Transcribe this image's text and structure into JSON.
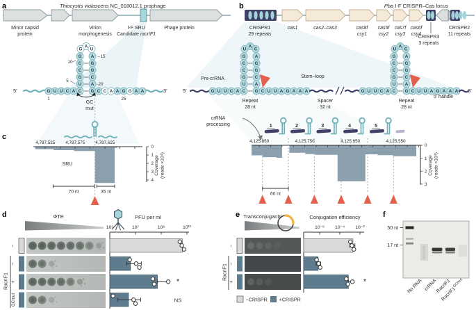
{
  "colors": {
    "teal_line": "#6fb2ba",
    "teal_fill": "#b7dade",
    "teal_stroke": "#79b1b9",
    "navy": "#3f4168",
    "coverage": "#8c9fad",
    "red": "#e2604c",
    "tan": "#f5ead9",
    "tan_stroke": "#c2ab8c",
    "gray_gene": "#dbe1e0",
    "gray_gene_stroke": "#8d9997",
    "bar_light": "#d9d9d9",
    "bar_dark": "#5e7c8e",
    "purple": "#a8a6c8",
    "wedge": "#d7e9f0",
    "gel_bg": "#ecebe8"
  },
  "panel_a": {
    "label": "a",
    "title_italic": "Thiocystis violascens",
    "title_rest": " NC_018012.1 prophage",
    "genes": {
      "minor": "Minor capsid protein",
      "virion": "Virion morphogenesis",
      "sru_l1": "I-F SRU",
      "sru_l2_pre": "Candidate ",
      "sru_l2_it": "racrIF1",
      "phage": "Phage protein"
    },
    "structure": {
      "five": "5′",
      "three": "3′",
      "flank": "GUUCAC",
      "stemL": "UGCCG",
      "loop": "GAU",
      "stemR": "AGGCA",
      "baseR": "G",
      "tail": "CCAAGGAA",
      "white_loop": [
        0,
        1,
        2
      ],
      "white_tail": [
        1,
        2,
        5
      ],
      "position_numbers": [
        "1",
        "5",
        "10",
        "15",
        "20",
        "25"
      ],
      "gc_mut": "GC mut"
    }
  },
  "panel_b": {
    "label": "b",
    "title_it": "Pba",
    "title_rest": " I-F CRISPR–Cas locus",
    "array1_l1": "CRISPR1",
    "array1_l2": "29 repeats",
    "genes": {
      "cas1": "cas1",
      "cas23": "cas2–cas3",
      "g1l1": "cas8f",
      "g1l2": "csy1",
      "g2l1": "cas5f",
      "g2l2": "csy2",
      "g3l1": "cas7f",
      "g3l2": "csy3",
      "g4l1": "cas6f",
      "g4l2": "csy4"
    },
    "array3_l1": "CRISPR3",
    "array3_l2": "3 repeats",
    "array2_l1": "CRISPR2",
    "array2_l2": "11 repeats",
    "pre_crrna": "Pre-crRNA",
    "stem_loop": "Stem–loop",
    "hairpin": {
      "flank": "GUUCAC",
      "stemL": "UGCCG",
      "loop": "UAC",
      "stemR": "AGGCA",
      "baseR": "G",
      "tail": "CUUAGAAA"
    },
    "repeat1_l1": "Repeat",
    "repeat1_l2": "28 nt",
    "spacer_l1": "Spacer",
    "spacer_l2": "32 nt",
    "repeat2_l1": "Repeat",
    "repeat2_l2": "28 nt",
    "handle": "5′ handle",
    "five": "5′",
    "three": "3′",
    "processing_l1": "crRNA",
    "processing_l2": "processing",
    "crrna_units": [
      "1",
      "2",
      "3",
      "4",
      "5"
    ]
  },
  "panel_c": {
    "label": "c",
    "sru": "SRU",
    "bar70": "70 nt",
    "bar35": "35 nt",
    "bar60": "60 nt"
  },
  "chart_data": [
    {
      "type": "area",
      "name": "sru_coverage",
      "xticks": [
        "4,787,525",
        "4,787,575",
        "4,787,625"
      ],
      "xtick_positions": [
        4787525,
        4787575,
        4787625
      ],
      "ylabel_l1": "Coverage",
      "ylabel_l2": "(reads ×10⁴)",
      "yticks": [
        "0",
        "1",
        "2",
        "3",
        "4"
      ],
      "ylim": [
        0,
        4
      ],
      "segments": [
        [
          4787508,
          4787539,
          0.3
        ],
        [
          4787539,
          4787573,
          0.42
        ],
        [
          4787573,
          4787608,
          0.52
        ],
        [
          4787608,
          4787641,
          4.35
        ],
        [
          4787641,
          4787645,
          0.15
        ]
      ],
      "cleavage_sites": [
        4787608
      ]
    },
    {
      "type": "area",
      "name": "crrna_coverage",
      "xticks": [
        "4,125,850",
        "4,125,750",
        "4,125,650",
        "4,125,550"
      ],
      "xtick_positions": [
        4125850,
        4125750,
        4125650,
        4125550
      ],
      "ylabel_l1": "Coverage",
      "ylabel_l2": "(reads ×10⁴)",
      "yticks": [
        "0",
        "1",
        "2",
        "3"
      ],
      "ylim": [
        0,
        3
      ],
      "segments": [
        [
          4125867,
          4125843,
          0.78
        ],
        [
          4125843,
          4125812,
          0.92
        ],
        [
          4125812,
          4125800,
          0.97
        ],
        [
          4125800,
          4125784,
          0
        ],
        [
          4125784,
          4125749,
          0.58
        ],
        [
          4125749,
          4125727,
          0.68
        ],
        [
          4125727,
          4125678,
          0.74
        ],
        [
          4125678,
          4125617,
          2.78
        ],
        [
          4125617,
          4125590,
          0.7
        ],
        [
          4125590,
          4125556,
          0.77
        ],
        [
          4125556,
          4125505,
          0.85
        ]
      ],
      "cleavage_sites": [
        4125843,
        4125786,
        4125729,
        4125670,
        4125612,
        4125555
      ]
    },
    {
      "type": "bar",
      "name": "pfu",
      "title": "PFU per ml",
      "scale": "log",
      "xticks": [
        "10⁵",
        "10⁷",
        "10⁹",
        "10¹¹"
      ],
      "xtick_exps": [
        5,
        7,
        9,
        11
      ],
      "bars": [
        {
          "fill": "light",
          "value_exp": 10.65,
          "points_exp": [
            10.45,
            10.6,
            10.78
          ],
          "sig": ""
        },
        {
          "fill": "dark",
          "value_exp": 6.6,
          "points_exp": [
            6.55,
            7.05,
            7.3
          ],
          "whisker_exp": [
            6.3,
            7.45
          ],
          "sig": ""
        },
        {
          "fill": "dark",
          "value_exp": 8.7,
          "points_exp": [
            8.35,
            8.45
          ],
          "whisker_exp": [
            8.7,
            9.55
          ],
          "whisker_point_exp": 9.55,
          "sig": "*"
        },
        {
          "fill": "dark",
          "value_exp": 6.45,
          "points_exp": [
            5.25,
            6.85,
            7.0
          ],
          "whisker_exp": [
            5.6,
            7.4
          ],
          "sig": "NS"
        }
      ]
    },
    {
      "type": "bar",
      "name": "conjugation",
      "title": "Conjugation efficiency",
      "scale": "log",
      "xticks": [
        "10⁻⁶",
        "10⁻⁴",
        "10⁻²"
      ],
      "xtick_exps": [
        -6,
        -4,
        -2
      ],
      "bars": [
        {
          "fill": "light",
          "value_exp": -2.7,
          "points_exp": [
            -2.95,
            -2.8,
            -2.6
          ],
          "whisker_exp": [
            -3.0,
            -2.5
          ],
          "sig": ""
        },
        {
          "fill": "dark",
          "value_exp": -6.15,
          "points_exp": [
            -6.3,
            -6.1,
            -5.95
          ],
          "whisker_exp": [
            -6.35,
            -5.9
          ],
          "sig": ""
        },
        {
          "fill": "dark",
          "value_exp": -3.15,
          "points_exp": [
            -3.35,
            -3.2
          ],
          "whisker_exp": [
            -3.15,
            -2.75
          ],
          "whisker_point_exp": -2.75,
          "sig": "*"
        }
      ]
    }
  ],
  "panel_d": {
    "label": "d",
    "phage_name": "ΦTE",
    "group_label": "RacrIF1",
    "row_labels": [
      "−",
      "−",
      "+",
      "GCmut"
    ],
    "plates": [
      {
        "spots": [
          0.95,
          0.93,
          0.9,
          0.87,
          0.82,
          0.75,
          0.5,
          0.3
        ]
      },
      {
        "spots": [
          0.85,
          0.72,
          0.3
        ]
      },
      {
        "spots": [
          0.9,
          0.87,
          0.84,
          0.78,
          0.6,
          0.38
        ]
      },
      {
        "spots": [
          0.85,
          0.68,
          0.25
        ]
      }
    ]
  },
  "panel_e": {
    "label": "e",
    "assay_label": "Transconjugants",
    "group_label": "RacrIF1",
    "row_labels": [
      "−",
      "−",
      "+"
    ],
    "plates": [
      {
        "spots": [
          0.5,
          0.38,
          0.28,
          0.15
        ]
      },
      {
        "spots": []
      },
      {
        "spots": [
          0.42,
          0.3,
          0.18
        ]
      }
    ],
    "legend": [
      {
        "label": "−CRISPR",
        "fill": "light"
      },
      {
        "label": "+CRISPR",
        "fill": "dark"
      }
    ]
  },
  "panel_f": {
    "label": "f",
    "markers": [
      {
        "label": "50 nt"
      },
      {
        "label": "17 nt"
      }
    ],
    "lanes": [
      "No RNA",
      "crRNA",
      "RacrIF1"
    ],
    "lane4_main": "RacrIF1",
    "lane4_sup": "GCmut"
  }
}
